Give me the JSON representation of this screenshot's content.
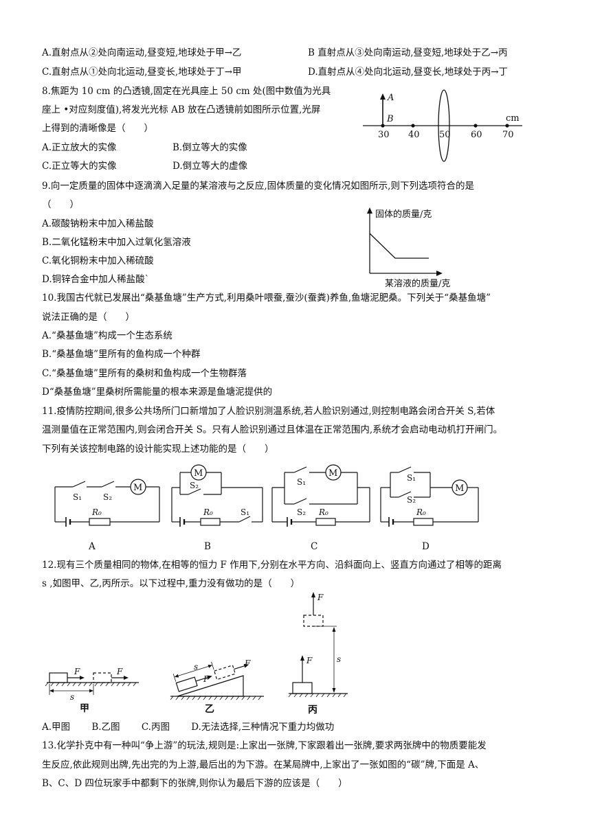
{
  "q7": {
    "a": "A.直射点从②处向南运动,昼变短,地球处于甲→乙",
    "b": "B 直射点从③处向南运动,昼变短,地球处于乙→丙",
    "c": "C.直射点从①处向北运动,昼变长,地球处于丁→甲",
    "d": "D.直射点从④处向北运动,昼变长,地球处于丙→丁"
  },
  "q8": {
    "stem1": "8.焦距为 10 cm 的凸透镜,固定在光具座上 50 cm 处(图中数值为光具",
    "stem2": "座上 •对应刻度值),将发光光标 AB 放在凸透镜前如图所示位置,光屏",
    "stem3": "上得到的清晰像是（　　）",
    "a": "A.正立放大的实像",
    "b": "B.倒立等大的实像",
    "c": "C.正立等大的实像",
    "d": "D.倒立等大的虚像",
    "fig": {
      "label_a": "A",
      "label_b": "B",
      "unit": "cm",
      "ticks": [
        "30",
        "40",
        "50",
        "60",
        "70"
      ]
    }
  },
  "q9": {
    "stem1": "9.向一定质量的固体中逐滴滴入足量的某溶液与之反应,固体质量的变化情况如图所示,则下列选项符合的是",
    "stem2": "（　　）",
    "a": "A.碳酸钠粉末中加入稀盐酸",
    "b": "B.二氧化锰粉末中加入过氧化氢溶液",
    "c": "C.氧化铜粉末中加入稀硫酸",
    "d": "D.铜锌合金中加人稀盐酸`",
    "fig": {
      "ylabel": "固体的质量/克",
      "xlabel": "某溶液的质量/克"
    }
  },
  "q10": {
    "stem1": "10.我国古代就已发展出“桑基鱼塘”生产方式,利用桑叶喂蚕,蚕沙(蚕粪)养鱼,鱼塘泥肥桑。下列关于“桑基鱼塘”",
    "stem2": "说法正确的是（　　）",
    "a": "A.“桑基鱼塘”构成一个生态系统",
    "b": "B.“桑基鱼塘”里所有的鱼构成一个种群",
    "c": "C.“桑基鱼塘”里所有的桑树和鱼构成一个生物群落",
    "d": "D“桑基鱼塘”里桑树所需能量的根本来源是鱼塘泥提供的"
  },
  "q11": {
    "stem1": "11.疫情防控期间,很多公共场所门口新增加了人脸识别测温系统,若人脸识别通过,则控制电路会闭合开关 S,若体",
    "stem2": "温测量值在正常范围内,则会闭合开关 S。只有人脸识别通过且体温在正常范围内,系统才会启动电动机打开闸门。",
    "stem3": "下列有关该控制电路的设计能实现上述功能的是（　　）",
    "labels": [
      "A",
      "B",
      "C",
      "D"
    ],
    "fig": {
      "s1": "S₁",
      "s2": "S₂",
      "r0": "R₀",
      "m": "M"
    }
  },
  "q12": {
    "stem1": "12.现有三个质量相同的物体,在相等的恒力 F 作用下,分别在水平方向、沿斜面向上、竖直方向通过了相等的距离",
    "stem2": "s ,如图甲、乙,丙所示。以下过程中,重力没有做功的是（　　）",
    "options": "A.甲图　　 B.乙图　　 C.丙图　　 D.无法选择,三种情况下重力均做功",
    "fig": {
      "f": "F",
      "s": "s",
      "jia": "甲",
      "yi": "乙",
      "bing": "丙"
    }
  },
  "q13": {
    "stem1": "13.化学扑克中有一种叫“争上游”的玩法,规则是:上家出一张牌,下家跟着出一张牌,要求两张牌中的物质要能发",
    "stem2": "生反应,依此规则出牌,先出完的为上游,最后出的为下游。在某局牌中,上家出了一张如图的“碳”牌,下面是 A、",
    "stem3": "B、C、D 四位玩家手中都剩下的张牌,则你认为最后下游的应该是（　　）"
  }
}
